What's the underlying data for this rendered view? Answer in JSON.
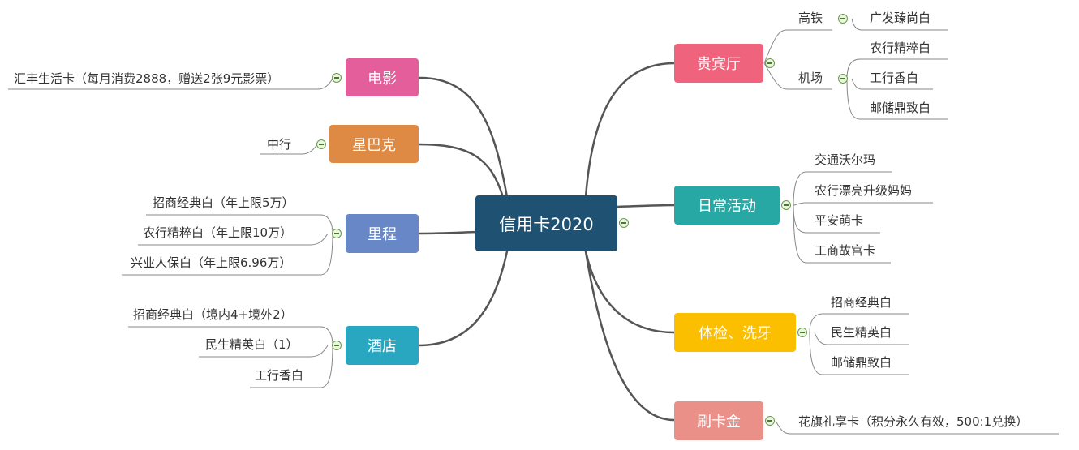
{
  "root": {
    "label": "信用卡2020",
    "color": "#1f5272"
  },
  "branches": {
    "movie": {
      "label": "电影",
      "color": "#e45e9b",
      "items": [
        "汇丰生活卡（每月消费2888，赠送2张9元影票）"
      ]
    },
    "coffee": {
      "label": "星巴克",
      "color": "#de8a44",
      "items": [
        "中行"
      ]
    },
    "miles": {
      "label": "里程",
      "color": "#6787c6",
      "items": [
        "招商经典白（年上限5万）",
        "农行精粹白（年上限10万）",
        "兴业人保白（年上限6.96万）"
      ]
    },
    "hotel": {
      "label": "酒店",
      "color": "#2aa7c0",
      "items": [
        "招商经典白（境内4+境外2）",
        "民生精英白（1）",
        "工行香白"
      ]
    },
    "lounge": {
      "label": "贵宾厅",
      "color": "#f0637d",
      "groups": [
        {
          "label": "高铁",
          "items": [
            "广发臻尚白"
          ]
        },
        {
          "label": "机场",
          "items": [
            "农行精粹白",
            "工行香白",
            "邮储鼎致白"
          ]
        }
      ]
    },
    "daily": {
      "label": "日常活动",
      "color": "#28a8a5",
      "items": [
        "交通沃尔玛",
        "农行漂亮升级妈妈",
        "平安萌卡",
        "工商故宫卡"
      ]
    },
    "health": {
      "label": "体检、洗牙",
      "color": "#fbbf00",
      "items": [
        "招商经典白",
        "民生精英白",
        "邮储鼎致白"
      ]
    },
    "swipe": {
      "label": "刷卡金",
      "color": "#eb9088",
      "items": [
        "花旗礼享卡（积分永久有效，500:1兑换）"
      ]
    }
  }
}
